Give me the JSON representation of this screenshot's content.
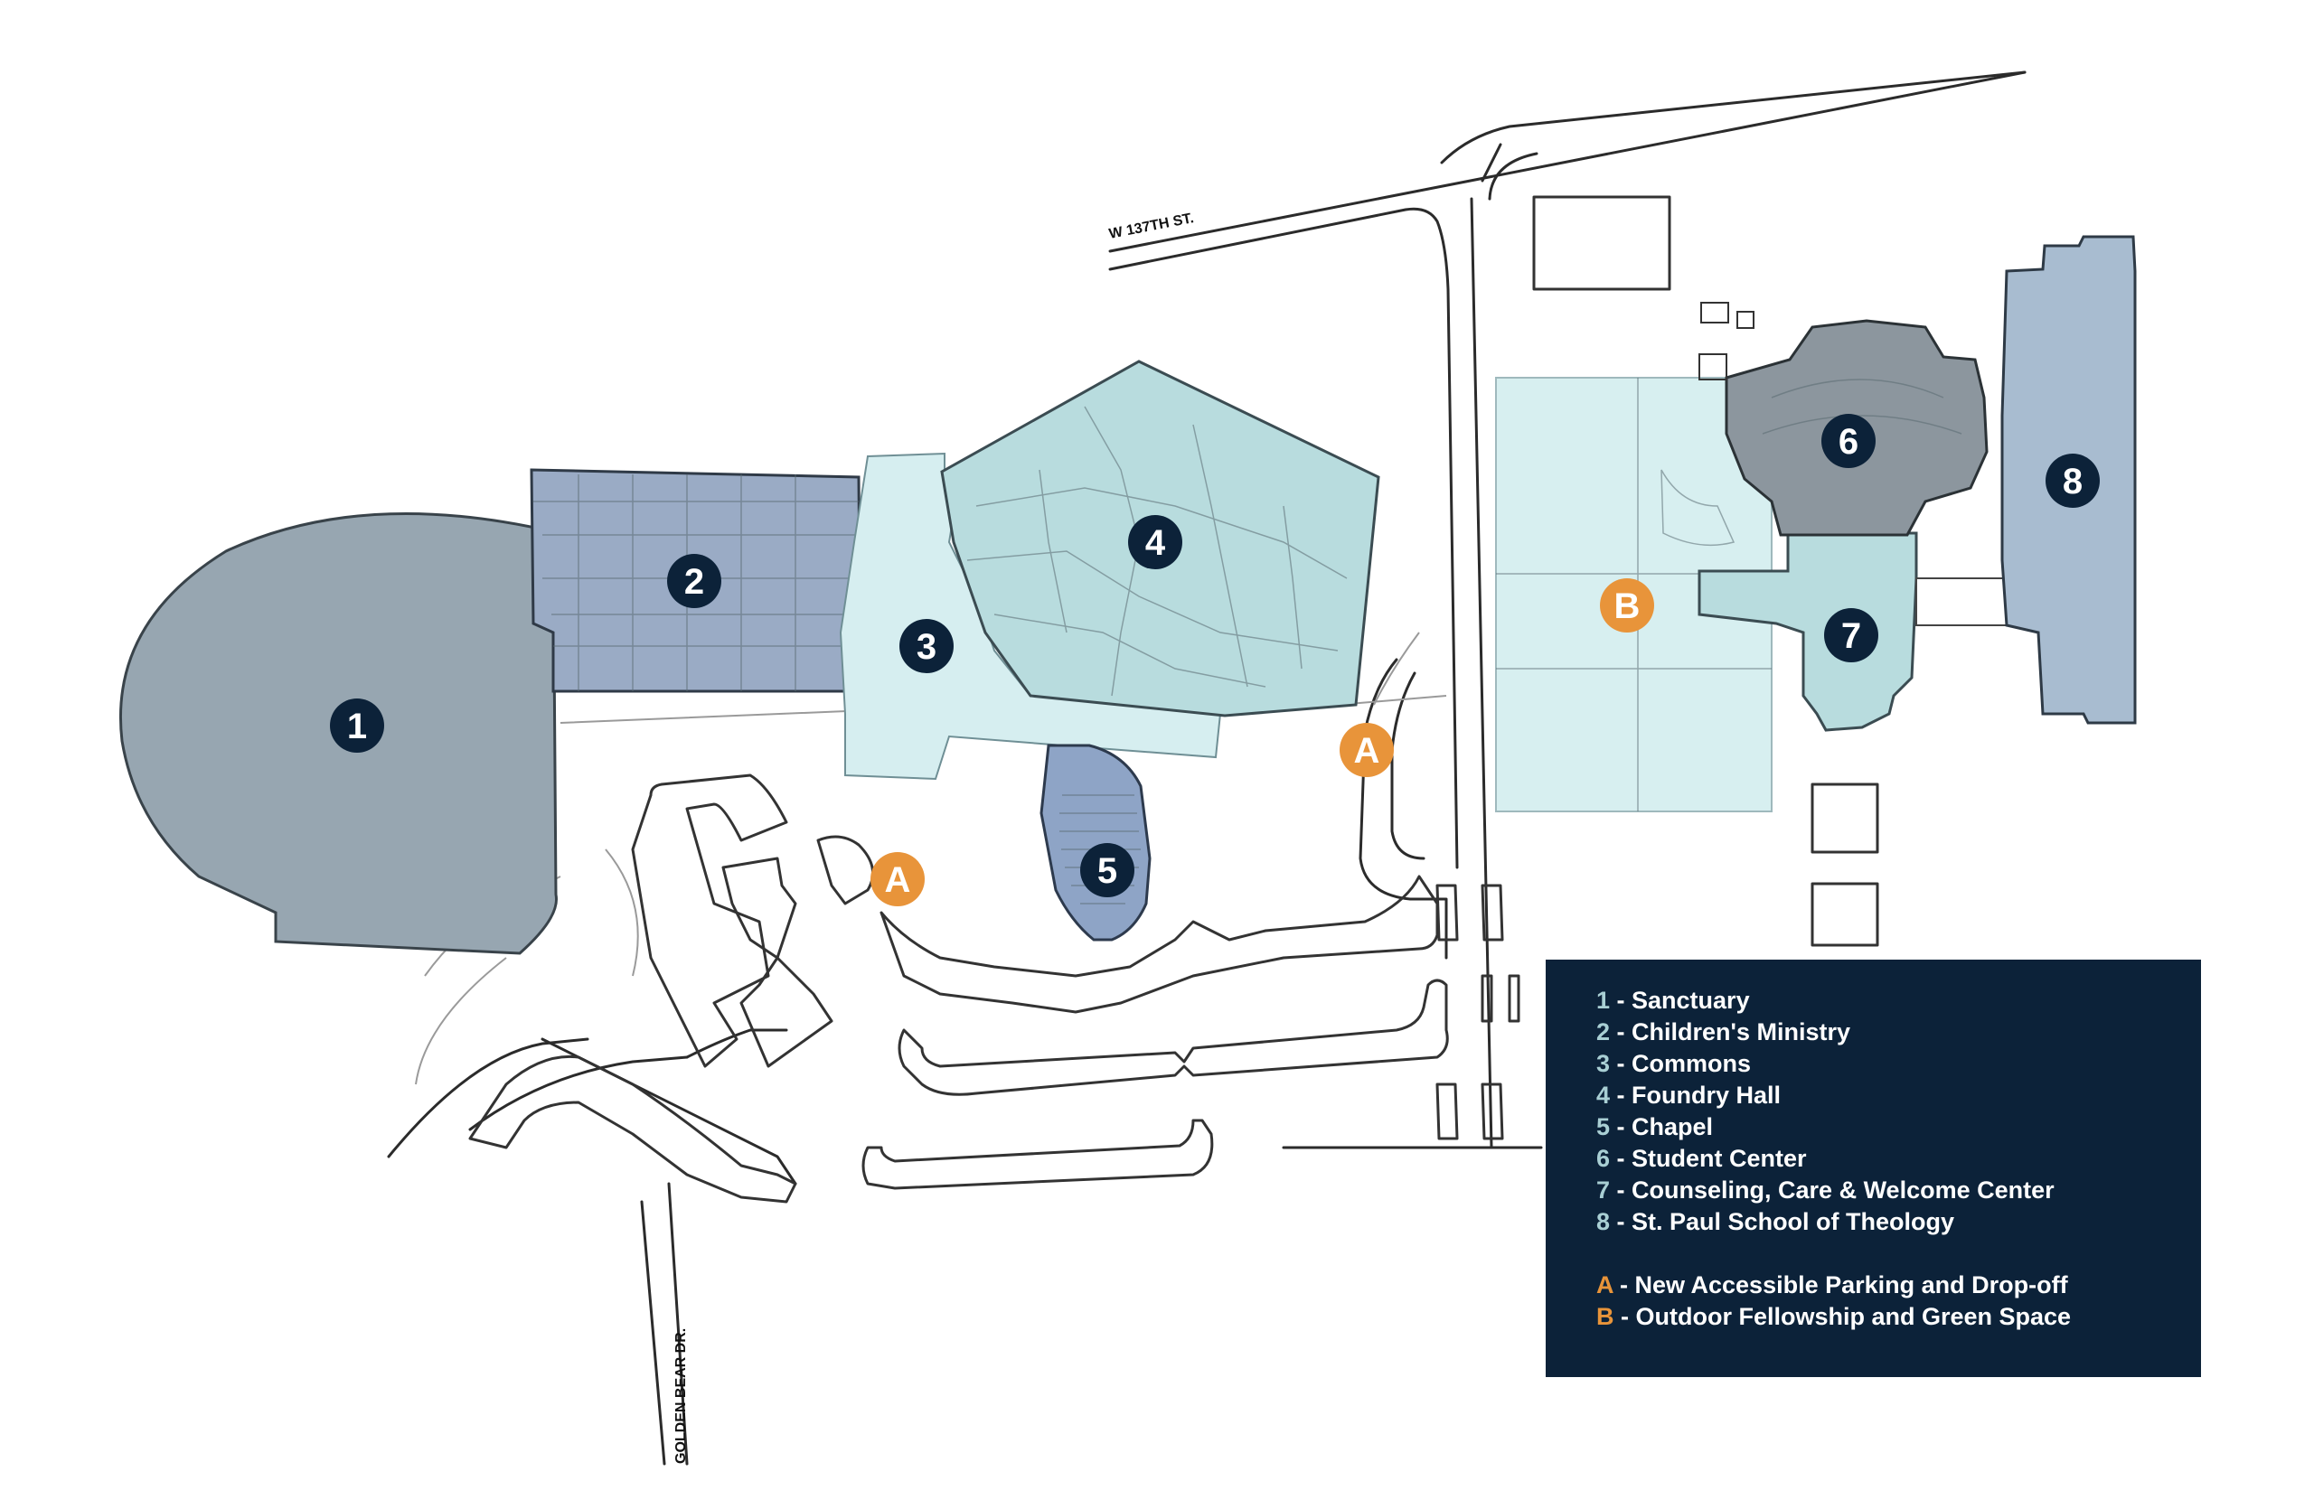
{
  "streets": {
    "north": "W 137TH ST.",
    "west": "GOLDEN BEAR DR."
  },
  "markers": {
    "m1": "1",
    "m2": "2",
    "m3": "3",
    "m4": "4",
    "m5": "5",
    "m6": "6",
    "m7": "7",
    "m8": "8",
    "a1": "A",
    "a2": "A",
    "b1": "B"
  },
  "legend": {
    "items": [
      {
        "key": "1",
        "label": " - Sanctuary"
      },
      {
        "key": "2",
        "label": " - Children's Ministry"
      },
      {
        "key": "3",
        "label": " - Commons"
      },
      {
        "key": "4",
        "label": " - Foundry Hall"
      },
      {
        "key": "5",
        "label": " - Chapel"
      },
      {
        "key": "6",
        "label": " - Student Center"
      },
      {
        "key": "7",
        "label": " - Counseling, Care & Welcome Center"
      },
      {
        "key": "8",
        "label": " - St. Paul School of Theology"
      }
    ],
    "extras": [
      {
        "key": "A",
        "label": " - New Accessible Parking and Drop-off"
      },
      {
        "key": "B",
        "label": " - Outdoor Fellowship and Green Space"
      }
    ]
  },
  "colors": {
    "sanctuary": "#97a6b1",
    "childrens_ministry": "#9aabc5",
    "commons": "#d6eef0",
    "foundry_hall": "#b8dcde",
    "chapel": "#8ea4c6",
    "student_center": "#8c969e",
    "welcome_center": "#b8dcde",
    "theology": "#a8bcd0",
    "green_space": "#d7eff0",
    "navy": "#0c2239",
    "orange": "#e8943a"
  }
}
